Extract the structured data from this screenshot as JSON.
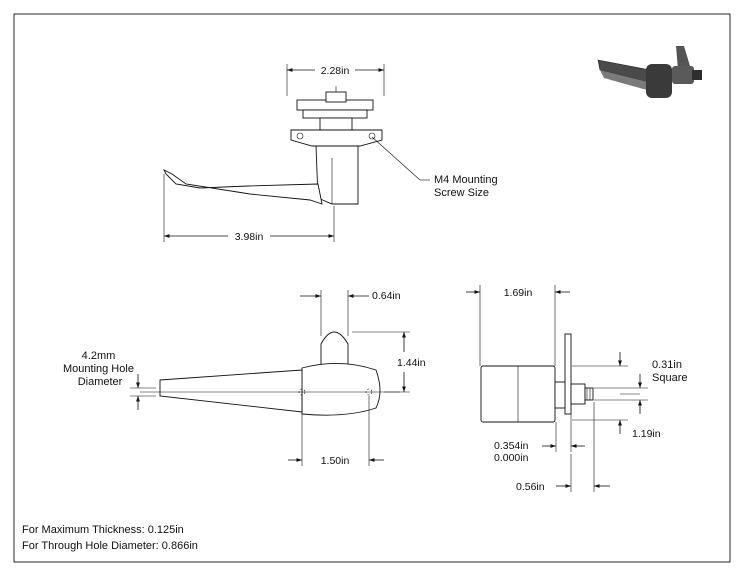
{
  "colors": {
    "line": "#111111",
    "paper": "#ffffff",
    "render_dark": "#3a3a3a",
    "render_mid": "#7a7a7a"
  },
  "top_view": {
    "width_dim": "2.28in",
    "length_dim": "3.98in",
    "screw_callout": [
      "M4 Mounting",
      "Screw Size"
    ]
  },
  "front_view": {
    "lug_dim": "0.64in",
    "height_dim": "1.44in",
    "hole_spacing_dim": "1.50in",
    "hole_callout": [
      "4.2mm",
      "Mounting Hole",
      "Diameter"
    ]
  },
  "side_view": {
    "body_dim": "1.69in",
    "square_dim": [
      "0.31in",
      "Square"
    ],
    "stud_dim": "1.19in",
    "offset_dims": [
      "0.354in",
      "0.000in"
    ],
    "shaft_dim": "0.56in"
  },
  "notes": [
    "For Maximum Thickness: 0.125in",
    "For Through Hole Diameter: 0.866in"
  ],
  "render_icon": "latch-3d-render-icon"
}
